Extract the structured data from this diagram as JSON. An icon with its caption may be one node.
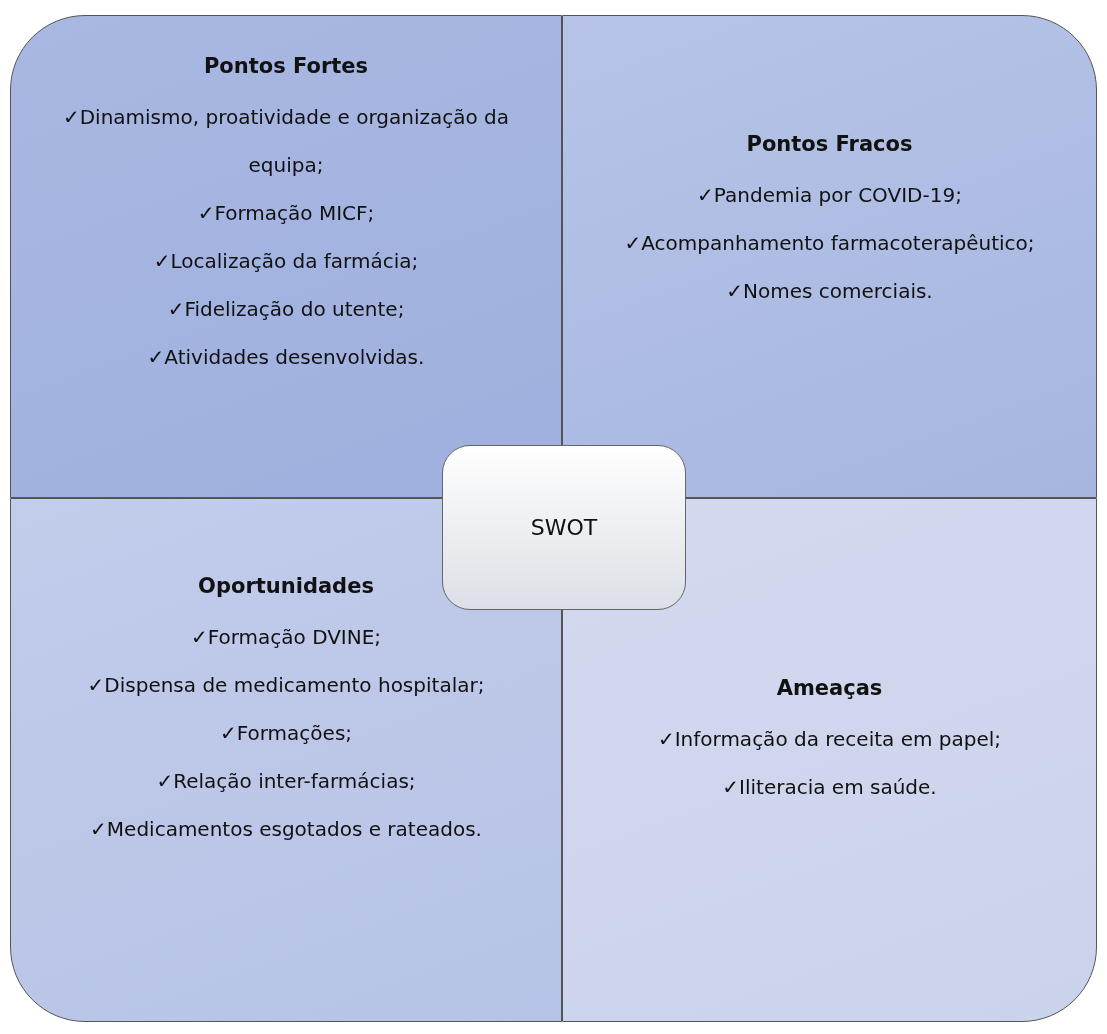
{
  "diagram": {
    "nodes": [
      {
        "text": [
          "Pontos Fortes",
          "✓Dinamismo, proatividade e organização da equipa;",
          "✓Formação MICF;",
          "✓Localização da farmácia;",
          "✓Fidelização do utente;",
          "✓Atividades desenvolvidas."
        ]
      },
      {
        "text": [
          "Pontos Fracos",
          "✓Pandemia por COVID-19;",
          "✓Acompanhamento farmacoterapêutico;",
          "✓Nomes comerciais."
        ]
      },
      {
        "text": [
          "Oportunidades",
          "✓Formação DVINE;",
          "✓Dispensa de medicamento hospitalar;",
          "✓Formações;",
          "✓Relação inter-farmácias;",
          "✓Medicamentos esgotados e rateados."
        ]
      },
      {
        "text": [
          "Ameaças",
          "✓Informação da receita em papel;",
          "✓Iliteracia em saúde."
        ]
      },
      {
        "text": [
          "SWOT"
        ]
      }
    ]
  }
}
